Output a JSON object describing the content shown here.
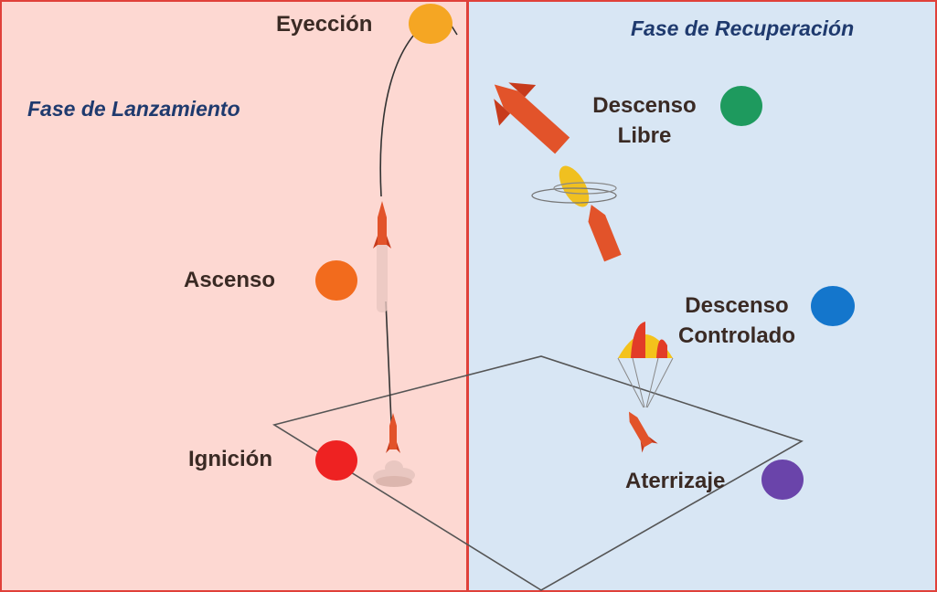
{
  "phases": {
    "launch": {
      "title": "Fase de Lanzamiento",
      "color": "#fdd8d2"
    },
    "recovery": {
      "title": "Fase de Recuperación",
      "color": "#d8e6f4"
    }
  },
  "stages": {
    "eyeccion": {
      "label": "Eyección",
      "color": "#f5a623"
    },
    "ascenso": {
      "label": "Ascenso",
      "color": "#f26b1d"
    },
    "ignicion": {
      "label": "Ignición",
      "color": "#ee2222"
    },
    "descenso_libre": {
      "line1": "Descenso",
      "line2": "Libre",
      "color": "#1e9a5e"
    },
    "descenso_controlado": {
      "line1": "Descenso",
      "line2": "Controlado",
      "color": "#1476cc"
    },
    "aterrizaje": {
      "label": "Aterrizaje",
      "color": "#6a44aa"
    }
  }
}
